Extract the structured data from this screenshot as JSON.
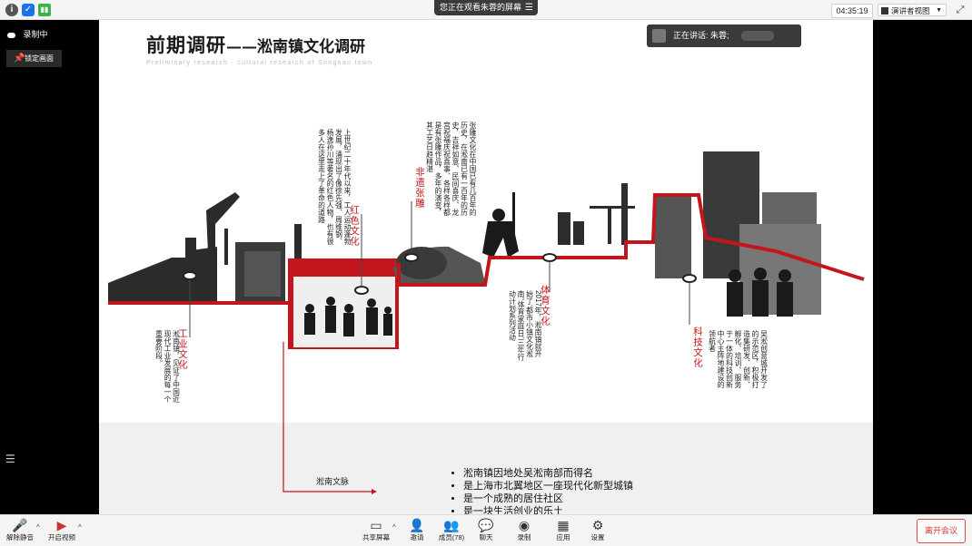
{
  "topbar": {
    "viewing_text": "您正在观看朱蓉的屏幕",
    "clock": "04:35:19",
    "view_mode": "演讲者视图"
  },
  "left_panel": {
    "recording": "录制中",
    "lock_view": "锁定画面"
  },
  "speaker": {
    "label": "正在讲话: 朱蓉;"
  },
  "slide": {
    "title": "前期调研",
    "title_sub": "——淞南镇文化调研",
    "subtitle": "Preliminary research - cultural research of Songnan town",
    "sections": [
      {
        "id": "industrial",
        "heading": "工业文化",
        "text": "淞南镇，见证了中国近现代工业发展的每一个重要阶段。"
      },
      {
        "id": "red",
        "heading": "红色文化",
        "text": "上世纪二十年代以来，工人运动蓬勃发展，涌现出了像徐先强、周维钢、杨逸孙川等著名的红色人物，也有很多人在这里走上了革命的道路"
      },
      {
        "id": "heritage",
        "heading": "非遗张雕",
        "text": "张雕文化在中国已有几百年的历史，在淞南已有一百年的历史，吉祥如意、民间喜庆、龙宫祝福庆祝喜事、各样各样都是有张雕作品，多年的演变，其工艺日趋精湛"
      },
      {
        "id": "sports",
        "heading": "体育文化",
        "text": "2017年，淞南镇就开始了‘都市小镇文化淞南’‘体育家庭日’三年行动计划系列活动"
      },
      {
        "id": "tech",
        "heading": "科技文化",
        "text": "吴淞创意城开发了的示范区，积极打造集研发、创新、孵化、培训、服务于一体的科技创新中心主阵地建设的领航者"
      }
    ],
    "route_label": "淞南文脉",
    "bullets": [
      "淞南镇因地处吴淞南部而得名",
      "是上海市北翼地区一座现代化新型城镇",
      "是一个成熟的居住社区",
      "是一块生活创业的乐土"
    ]
  },
  "toolbar": {
    "mute": "解除静音",
    "video": "开启视频",
    "share": "共享屏幕",
    "invite": "邀请",
    "members": "成员(78)",
    "chat": "聊天",
    "record": "录制",
    "apps": "应用",
    "settings": "设置",
    "leave": "离开会议"
  },
  "colors": {
    "accent_red": "#c3161c",
    "toolbar_bg": "#f4f4f4",
    "leave_red": "#e03030"
  }
}
